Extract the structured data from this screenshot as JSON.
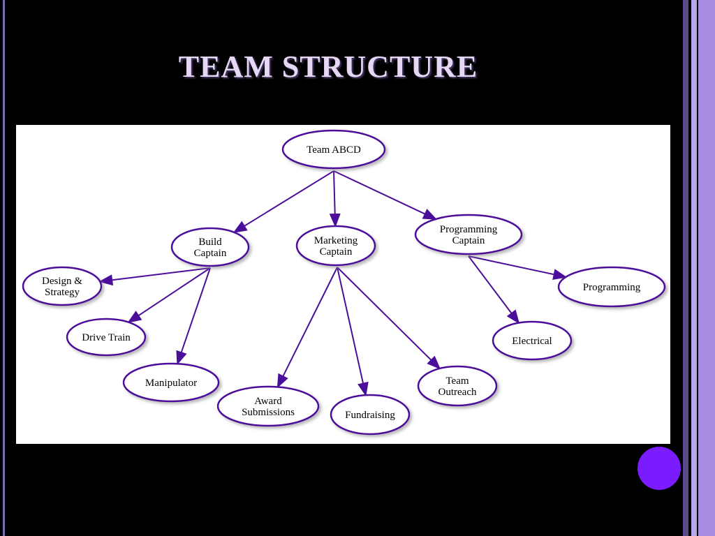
{
  "slide": {
    "title": "TEAM STRUCTURE"
  },
  "colors": {
    "background": "#000000",
    "title_text": "#e6d8f5",
    "node_stroke": "#4b0e9a",
    "edge": "#4b0e9a",
    "accent_bar": "#a78be0",
    "dot": "#7a1cff"
  },
  "diagram": {
    "nodes": [
      {
        "id": "team",
        "lines": [
          "Team ABCD"
        ]
      },
      {
        "id": "build",
        "lines": [
          "Build",
          "Captain"
        ]
      },
      {
        "id": "marketing",
        "lines": [
          "Marketing",
          "Captain"
        ]
      },
      {
        "id": "programming_captain",
        "lines": [
          "Programming",
          "Captain"
        ]
      },
      {
        "id": "design",
        "lines": [
          "Design &",
          "Strategy"
        ]
      },
      {
        "id": "drive",
        "lines": [
          "Drive Train"
        ]
      },
      {
        "id": "manipulator",
        "lines": [
          "Manipulator"
        ]
      },
      {
        "id": "award",
        "lines": [
          "Award",
          "Submissions"
        ]
      },
      {
        "id": "fundraising",
        "lines": [
          "Fundraising"
        ]
      },
      {
        "id": "outreach",
        "lines": [
          "Team",
          "Outreach"
        ]
      },
      {
        "id": "programming",
        "lines": [
          "Programming"
        ]
      },
      {
        "id": "electrical",
        "lines": [
          "Electrical"
        ]
      }
    ],
    "edges": [
      [
        "team",
        "build"
      ],
      [
        "team",
        "marketing"
      ],
      [
        "team",
        "programming_captain"
      ],
      [
        "build",
        "design"
      ],
      [
        "build",
        "drive"
      ],
      [
        "build",
        "manipulator"
      ],
      [
        "marketing",
        "award"
      ],
      [
        "marketing",
        "fundraising"
      ],
      [
        "marketing",
        "outreach"
      ],
      [
        "programming_captain",
        "programming"
      ],
      [
        "programming_captain",
        "electrical"
      ]
    ]
  }
}
